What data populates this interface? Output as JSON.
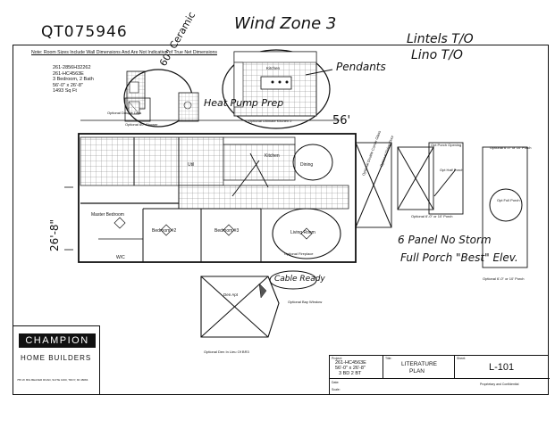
{
  "handwritten": {
    "stock_number": "QT075946",
    "wind_zone": "Wind Zone 3",
    "lintels": "Lintels T/O",
    "lino": "Lino T/O",
    "ceramic": "60\" Ceramic",
    "pendants": "Pendants",
    "heat_pump": "Heat Pump Prep",
    "width_note": "56'",
    "depth_note": "26'-8\"",
    "panel_note": "6 Panel No Storm",
    "porch_note": "Full Porch \"Best\" Elev.",
    "cable_note": "Cable Ready"
  },
  "note": "Note: Room Sizes Include Wall Dimensions And Are Not Indicative of True Net Dimensions",
  "model_info": [
    "261-2856H32262",
    "261-HC4563E",
    "3 Bedroom, 2 Bath",
    "56'-0\" x 26'-8\"",
    "1493 Sq Ft"
  ],
  "options": {
    "lavs": "Optional Double Lavs",
    "shower": "Optional 60\" Shower",
    "kitchen2": "Optional Ultimate Kitchen 2",
    "kitchen_label": "Kitchen",
    "den": "Optional Den In Lieu Of BR3",
    "den_apt": "Den Apt",
    "bay_window": "Optional Bay Window",
    "dining_door": "Optional Dining Door",
    "porch_opening": "Opt Porch Opening",
    "half_porch": "Opt Half Porch",
    "full_porch": "Opt Full Porch",
    "porch_opt": "Optional 6'-0\" or 10' Porch",
    "porch_opt2": "Optional 6'-0\" or 10' Porch",
    "porch_opt3": "Optional 6'-0\" or 10' Porch",
    "fireplace": "Optional Fireplace",
    "corner": "Optional Double Corner Glass"
  },
  "rooms": {
    "master": "Master Bedroom",
    "br2": "Bedroom #2",
    "br3": "Bedroom #3",
    "living": "Living Room",
    "kitchen": "Kitchen",
    "dining": "Dining",
    "wic": "W/C",
    "util": "Util"
  },
  "company": {
    "line1": "CHAMPION",
    "line2": "HOME BUILDERS",
    "address": "755 W. BIG BEAVER ROAD, SUITE 1000, TROY, MI 48084"
  },
  "title_block": {
    "project_label": "Project:",
    "project_lines": [
      "261-HC4563E",
      "56'-0\" x 26'-8\"",
      "3 BD 2 BT"
    ],
    "date_label": "Date:",
    "scale_label": "Scale:",
    "title_label": "Title:",
    "title_lines": [
      "LITERATURE",
      "PLAN"
    ],
    "sheet_label": "Sheet:",
    "sheet_number": "L-101",
    "proprietary": "Proprietary and Confidential"
  }
}
